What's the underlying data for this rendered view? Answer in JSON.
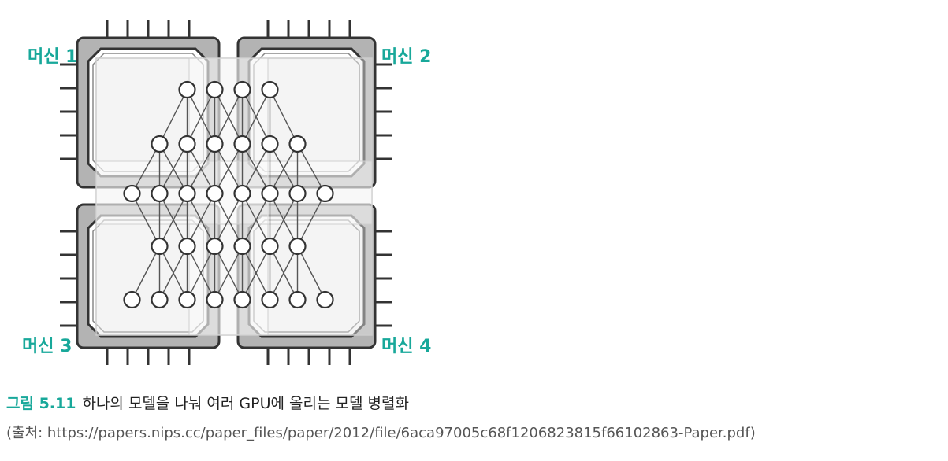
{
  "colors": {
    "accent": "#18a89a",
    "chip_outer": "#b3b3b3",
    "chip_inner": "#ffffff",
    "outline": "#333333",
    "edge": "#555555",
    "highlight": "#e6e6e6"
  },
  "machines": [
    {
      "label": "머신 1"
    },
    {
      "label": "머신 2"
    },
    {
      "label": "머신 3"
    },
    {
      "label": "머신 4"
    }
  ],
  "network": {
    "layers": [
      4,
      6,
      8,
      6,
      8
    ]
  },
  "caption": {
    "figure_number": "그림 5.11",
    "text": "하나의 모델을 나눠 여러 GPU에 올리는 모델 병렬화"
  },
  "source": {
    "text": "(출처: https://papers.nips.cc/paper_files/paper/2012/file/6aca97005c68f1206823815f66102863-Paper.pdf)"
  }
}
